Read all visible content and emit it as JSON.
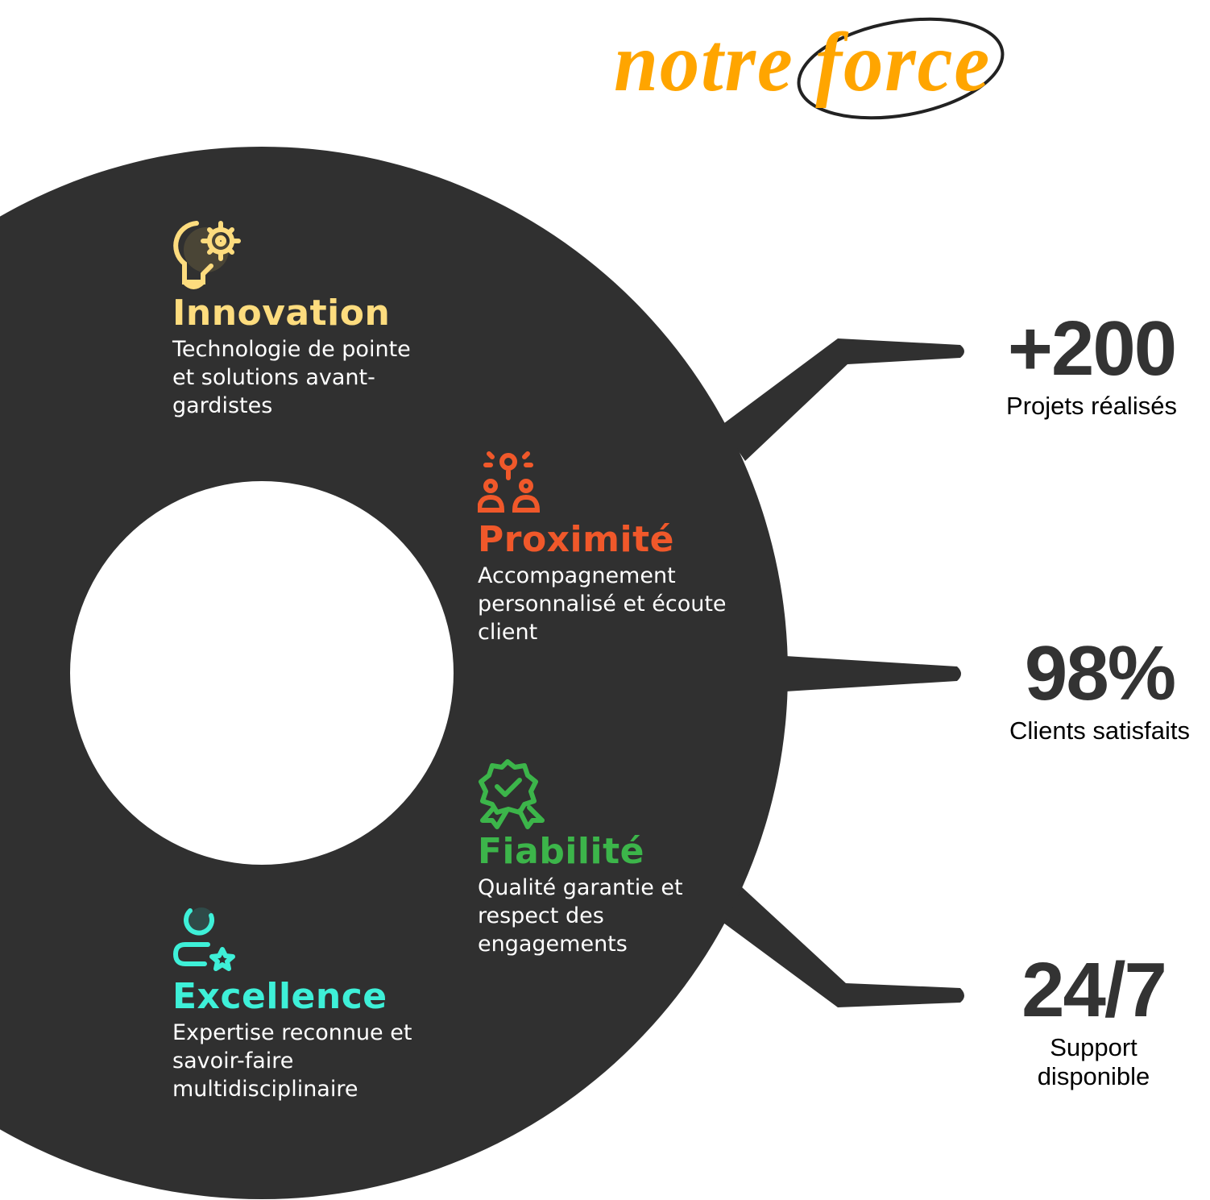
{
  "title": {
    "word1": "notre",
    "word2": "force"
  },
  "colors": {
    "dark": "#303030",
    "title": "#ffa500",
    "innovation": "#fddc7e",
    "proximite": "#f0582a",
    "fiabilite": "#3cb54a",
    "excellence": "#3ef0d8"
  },
  "values": [
    {
      "icon": "lightbulb-gear-icon",
      "title": "Innovation",
      "text": "Technologie de pointe et solutions avant-gardistes"
    },
    {
      "icon": "people-support-icon",
      "title": "Proximité",
      "text": "Accompagnement personnalisé et écoute client"
    },
    {
      "icon": "badge-check-icon",
      "title": "Fiabilité",
      "text": "Qualité garantie et respect des engagements"
    },
    {
      "icon": "user-star-icon",
      "title": "Excellence",
      "text": "Expertise reconnue et savoir-faire multidisciplinaire"
    }
  ],
  "stats": [
    {
      "value": "+200",
      "label": "Projets réalisés"
    },
    {
      "value": "98%",
      "label": "Clients satisfaits"
    },
    {
      "value": "24/7",
      "label": "Support disponible"
    }
  ]
}
